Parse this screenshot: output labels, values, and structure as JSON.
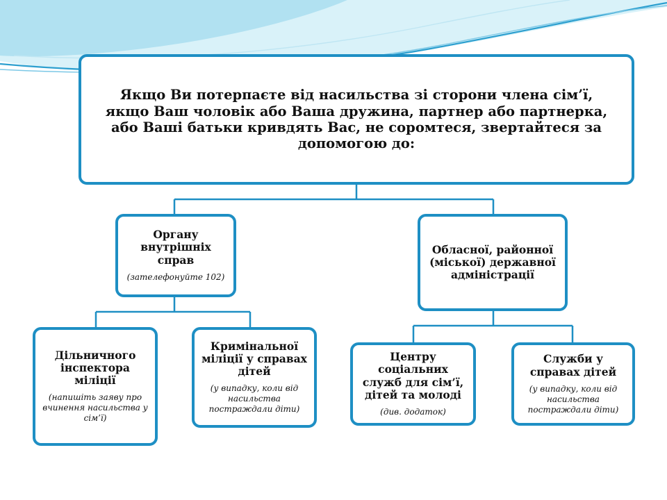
{
  "colors": {
    "border": "#1e8fc4",
    "connector": "#1e8fc4",
    "background": "#ffffff",
    "wave_light": "#cdeef7",
    "wave_mid": "#8fd3ea",
    "wave_dark": "#2c9fcf"
  },
  "root": {
    "text": "Якщо Ви потерпаєте від насильства зі сторони члена сім’ї, якщо Ваш чоловік або Ваша дружина, партнер або партнерка, або Ваші батьки кривдять Вас, не соромтеся,  звертайтеся за допомогою до:"
  },
  "police": {
    "title": "Органу внутрішніх справ",
    "note": "(зателефонуйте 102)"
  },
  "administration": {
    "title": "Обласної, районної (міської) державної адміністрації"
  },
  "district_inspector": {
    "title": "Дільничного інспектора міліції",
    "note": "(напишіть заяву про вчинення насильства у сім’ї)"
  },
  "criminal_police": {
    "title": "Кримінальної міліції у справах дітей",
    "note": "(у  випадку, коли від насильства постраждали діти)"
  },
  "social_center": {
    "title": "Центру соціальних служб  для сім’ї, дітей  та молоді",
    "note": "(див. додаток)"
  },
  "children_service": {
    "title": "Служби у справах дітей",
    "note": "(у  випадку, коли від насильства постраждали діти)"
  }
}
